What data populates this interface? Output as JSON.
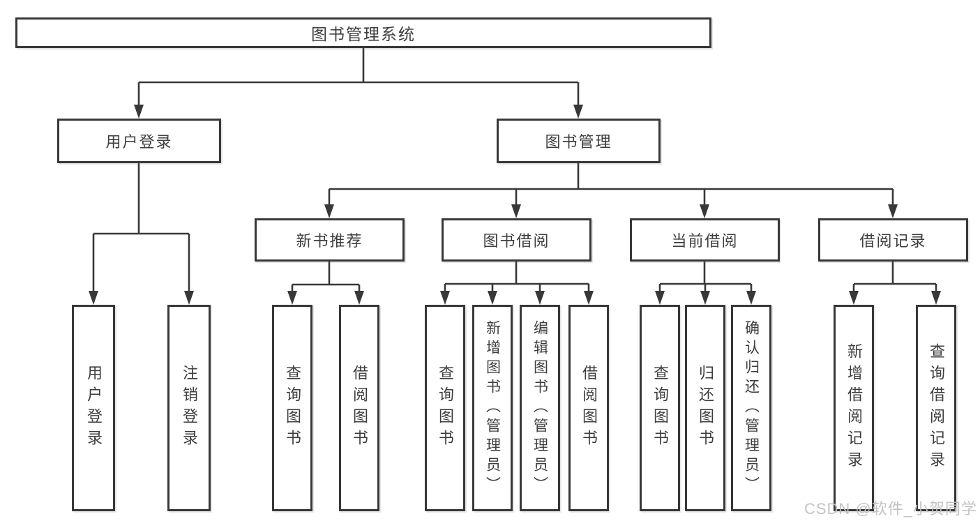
{
  "tree": {
    "label": "图书管理系统",
    "children": [
      {
        "label": "用户登录",
        "children": [
          {
            "label": "用户登录"
          },
          {
            "label": "注销登录"
          }
        ]
      },
      {
        "label": "图书管理",
        "children": [
          {
            "label": "新书推荐",
            "children": [
              {
                "label": "查询图书"
              },
              {
                "label": "借阅图书"
              }
            ]
          },
          {
            "label": "图书借阅",
            "children": [
              {
                "label": "查询图书"
              },
              {
                "label": "新增图书（管理员）"
              },
              {
                "label": "编辑图书（管理员）"
              },
              {
                "label": "借阅图书"
              }
            ]
          },
          {
            "label": "当前借阅",
            "children": [
              {
                "label": "查询图书"
              },
              {
                "label": "归还图书"
              },
              {
                "label": "确认归还（管理员）"
              }
            ]
          },
          {
            "label": "借阅记录",
            "children": [
              {
                "label": "新增借阅记录"
              },
              {
                "label": "查询借阅记录"
              }
            ]
          }
        ]
      }
    ]
  },
  "colors": {
    "line": "#383838",
    "text": "#3d3d3d",
    "watermark": "#c0c0c0"
  },
  "watermark": "CSDN @软件_小贺同学"
}
